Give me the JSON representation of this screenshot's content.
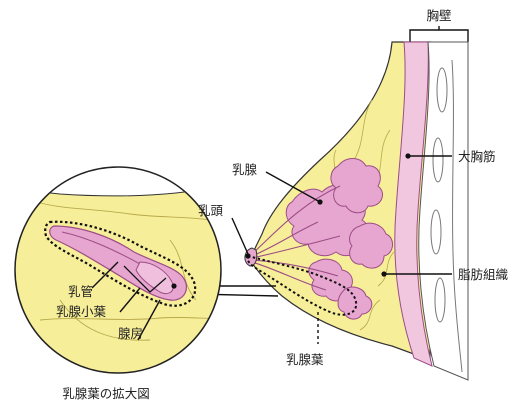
{
  "labels": {
    "chest_wall": "胸壁",
    "pectoralis_major": "大胸筋",
    "mammary_gland": "乳腺",
    "nipple": "乳頭",
    "adipose_tissue": "脂肪組織",
    "mammary_lobe": "乳腺葉",
    "lactiferous_duct": "乳管",
    "lobule": "乳腺小葉",
    "alveolus": "腺房",
    "inset_caption": "乳腺葉の拡大図"
  },
  "colors": {
    "fat": "#f7ee9a",
    "gland": "#e7a6cf",
    "gland_stroke": "#9c4d86",
    "muscle": "#f0c7df",
    "skin": "#ffffff",
    "outline": "#333333",
    "background": "#ffffff"
  }
}
